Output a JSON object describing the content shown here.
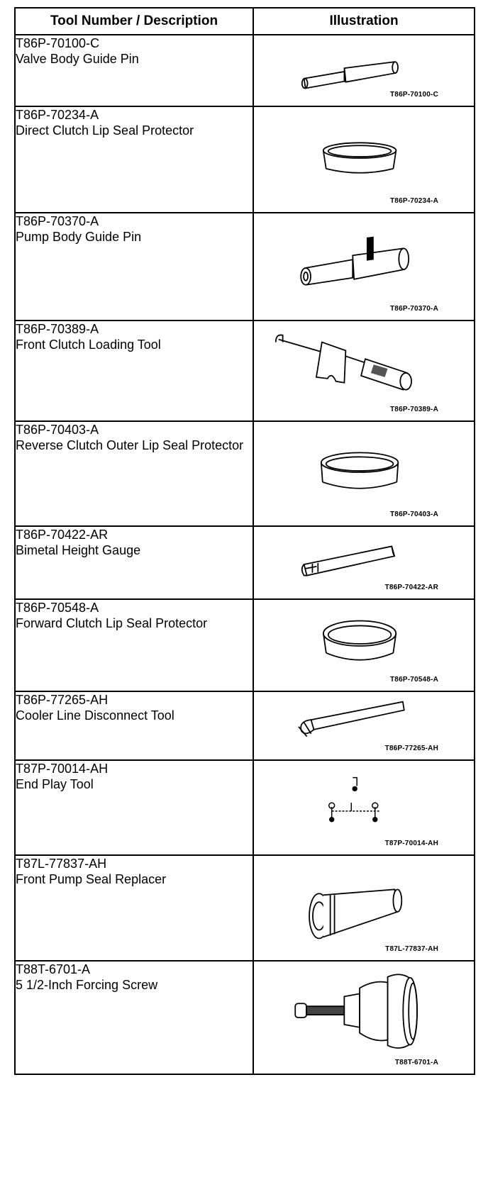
{
  "table": {
    "header": {
      "tool": "Tool Number / Description",
      "illustration": "Illustration"
    },
    "rows": [
      {
        "number": "T86P-70100-C",
        "name": "Valve Body Guide Pin",
        "caption": "T86P-70100-C",
        "icon": "guide-pin-icon"
      },
      {
        "number": "T86P-70234-A",
        "name": "Direct Clutch Lip Seal Protector",
        "caption": "T86P-70234-A",
        "icon": "seal-protector-ring-icon"
      },
      {
        "number": "T86P-70370-A",
        "name": "Pump Body Guide Pin",
        "caption": "T86P-70370-A",
        "icon": "guide-pin-icon"
      },
      {
        "number": "T86P-70389-A",
        "name": "Front Clutch Loading Tool",
        "caption": "T86P-70389-A",
        "icon": "clutch-loading-tool-icon"
      },
      {
        "number": "T86P-70403-A",
        "name": "Reverse Clutch Outer Lip Seal Protector",
        "caption": "T86P-70403-A",
        "icon": "seal-protector-ring-icon"
      },
      {
        "number": "T86P-70422-AR",
        "name": "Bimetal Height Gauge",
        "caption": "T86P-70422-AR",
        "icon": "height-gauge-icon"
      },
      {
        "number": "T86P-70548-A",
        "name": "Forward Clutch Lip Seal Protector",
        "caption": "T86P-70548-A",
        "icon": "seal-protector-ring-icon"
      },
      {
        "number": "T86P-77265-AH",
        "name": "Cooler Line Disconnect Tool",
        "caption": "T86P-77265-AH",
        "icon": "disconnect-tool-icon"
      },
      {
        "number": "T87P-70014-AH",
        "name": "End Play Tool",
        "caption": "T87P-70014-AH",
        "icon": "end-play-tool-icon"
      },
      {
        "number": "T87L-77837-AH",
        "name": "Front Pump Seal Replacer",
        "caption": "T87L-77837-AH",
        "icon": "seal-replacer-icon"
      },
      {
        "number": "T88T-6701-A",
        "name": "5 1/2-Inch Forcing Screw",
        "caption": "T88T-6701-A",
        "icon": "forcing-screw-icon"
      }
    ]
  }
}
